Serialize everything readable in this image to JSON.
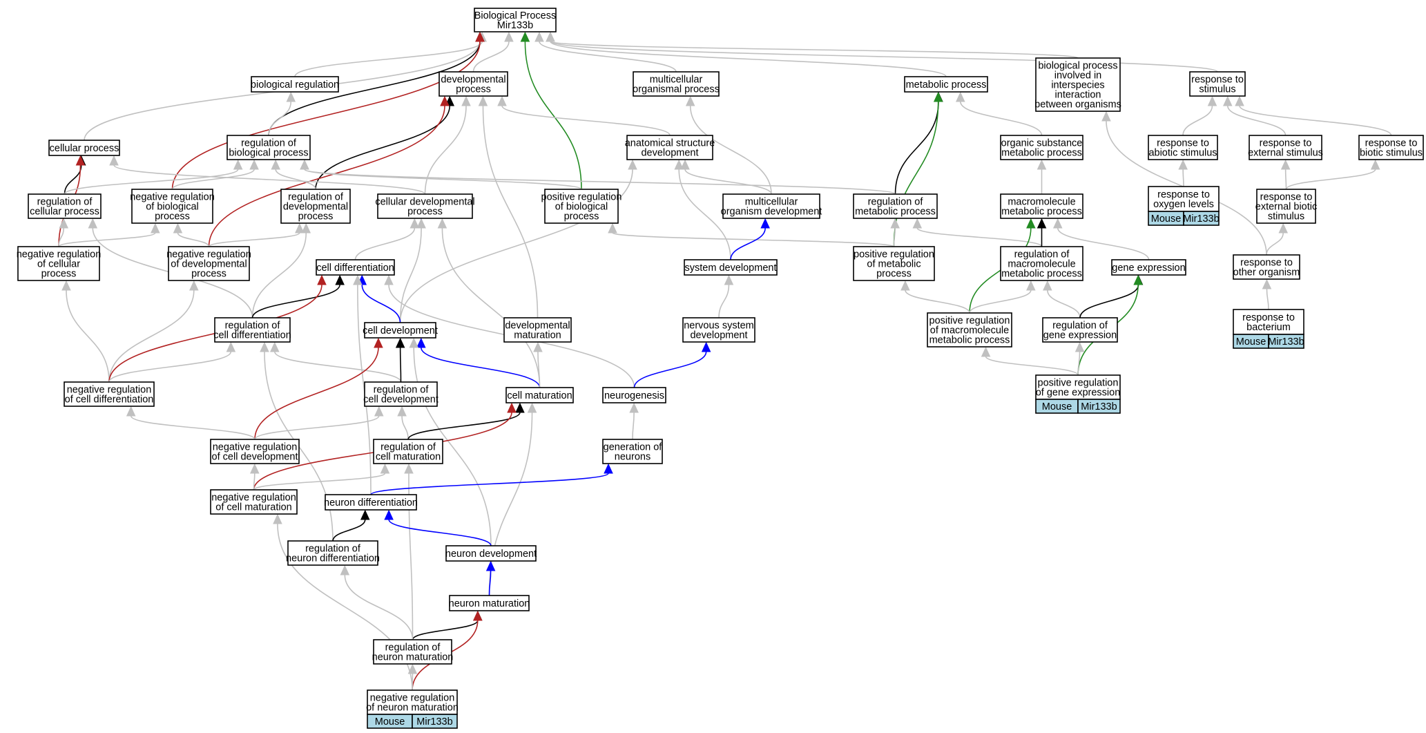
{
  "graph": {
    "edge_colors": {
      "is_a": "#c0c0c0",
      "part_of": "#000000",
      "negatively_regulates": "#b22222",
      "positively_regulates": "#228b22",
      "regulates_direct": "#0000ff"
    },
    "annotation_color": "#add8e6",
    "nodes": [
      {
        "id": "root",
        "lines": [
          "Biological Process",
          "Mir133b"
        ]
      },
      {
        "id": "bioreg",
        "lines": [
          "biological regulation"
        ]
      },
      {
        "id": "devproc",
        "lines": [
          "developmental",
          "process"
        ]
      },
      {
        "id": "multiorg",
        "lines": [
          "multicellular",
          "organismal process"
        ]
      },
      {
        "id": "metab",
        "lines": [
          "metabolic process"
        ]
      },
      {
        "id": "interspecies",
        "lines": [
          "biological process",
          "involved in",
          "interspecies",
          "interaction",
          "between organisms"
        ]
      },
      {
        "id": "respstim",
        "lines": [
          "response to",
          "stimulus"
        ]
      },
      {
        "id": "cellproc",
        "lines": [
          "cellular process"
        ]
      },
      {
        "id": "regbio",
        "lines": [
          "regulation of",
          "biological process"
        ]
      },
      {
        "id": "anatdev",
        "lines": [
          "anatomical structure",
          "development"
        ]
      },
      {
        "id": "orgsub",
        "lines": [
          "organic substance",
          "metabolic process"
        ]
      },
      {
        "id": "respabiotic",
        "lines": [
          "response to",
          "abiotic stimulus"
        ]
      },
      {
        "id": "respext",
        "lines": [
          "response to",
          "external stimulus"
        ]
      },
      {
        "id": "respbiotic",
        "lines": [
          "response to",
          "biotic stimulus"
        ]
      },
      {
        "id": "regcell",
        "lines": [
          "regulation of",
          "cellular process"
        ]
      },
      {
        "id": "negregbio",
        "lines": [
          "negative regulation",
          "of biological",
          "process"
        ]
      },
      {
        "id": "regdev",
        "lines": [
          "regulation of",
          "developmental",
          "process"
        ]
      },
      {
        "id": "celldevproc",
        "lines": [
          "cellular developmental",
          "process"
        ]
      },
      {
        "id": "posregbio",
        "lines": [
          "positive regulation",
          "of biological",
          "process"
        ]
      },
      {
        "id": "multidev",
        "lines": [
          "multicellular",
          "organism development"
        ]
      },
      {
        "id": "regmetab",
        "lines": [
          "regulation of",
          "metabolic process"
        ]
      },
      {
        "id": "macrometab",
        "lines": [
          "macromolecule",
          "metabolic process"
        ]
      },
      {
        "id": "respoxy",
        "lines": [
          "response to",
          "oxygen levels"
        ],
        "annotation": [
          "Mouse",
          "Mir133b"
        ]
      },
      {
        "id": "respextbio",
        "lines": [
          "response to",
          "external biotic",
          "stimulus"
        ]
      },
      {
        "id": "negregcell",
        "lines": [
          "negative regulation",
          "of cellular",
          "process"
        ]
      },
      {
        "id": "negregdev",
        "lines": [
          "negative regulation",
          "of developmental",
          "process"
        ]
      },
      {
        "id": "celldiff",
        "lines": [
          "cell differentiation"
        ]
      },
      {
        "id": "sysdev",
        "lines": [
          "system development"
        ]
      },
      {
        "id": "posregmetab",
        "lines": [
          "positive regulation",
          "of metabolic",
          "process"
        ]
      },
      {
        "id": "regmacro",
        "lines": [
          "regulation of",
          "macromolecule",
          "metabolic process"
        ]
      },
      {
        "id": "geneexp",
        "lines": [
          "gene expression"
        ]
      },
      {
        "id": "respother",
        "lines": [
          "response to",
          "other organism"
        ]
      },
      {
        "id": "regcelldiff",
        "lines": [
          "regulation of",
          "cell differentiation"
        ]
      },
      {
        "id": "celldev",
        "lines": [
          "cell development"
        ]
      },
      {
        "id": "devmat",
        "lines": [
          "developmental",
          "maturation"
        ]
      },
      {
        "id": "nervdev",
        "lines": [
          "nervous system",
          "development"
        ]
      },
      {
        "id": "posregmacro",
        "lines": [
          "positive regulation",
          "of macromolecule",
          "metabolic process"
        ]
      },
      {
        "id": "reggeneexp",
        "lines": [
          "regulation of",
          "gene expression"
        ]
      },
      {
        "id": "respbact",
        "lines": [
          "response to",
          "bacterium"
        ],
        "annotation": [
          "Mouse",
          "Mir133b"
        ]
      },
      {
        "id": "negregcelldiff",
        "lines": [
          "negative regulation",
          "of cell differentiation"
        ]
      },
      {
        "id": "regcelldev",
        "lines": [
          "regulation of",
          "cell development"
        ]
      },
      {
        "id": "cellmat",
        "lines": [
          "cell maturation"
        ]
      },
      {
        "id": "neurogen",
        "lines": [
          "neurogenesis"
        ]
      },
      {
        "id": "posreggeneexp",
        "lines": [
          "positive regulation",
          "of gene expression"
        ],
        "annotation": [
          "Mouse",
          "Mir133b"
        ]
      },
      {
        "id": "negregcelldev",
        "lines": [
          "negative regulation",
          "of cell development"
        ]
      },
      {
        "id": "regcellmat",
        "lines": [
          "regulation of",
          "cell maturation"
        ]
      },
      {
        "id": "genneur",
        "lines": [
          "generation of",
          "neurons"
        ]
      },
      {
        "id": "negregcellmat",
        "lines": [
          "negative regulation",
          "of cell maturation"
        ]
      },
      {
        "id": "neurdiff",
        "lines": [
          "neuron differentiation"
        ]
      },
      {
        "id": "regneurdiff",
        "lines": [
          "regulation of",
          "neuron differentiation"
        ]
      },
      {
        "id": "neurdev",
        "lines": [
          "neuron development"
        ]
      },
      {
        "id": "neurmat",
        "lines": [
          "neuron maturation"
        ]
      },
      {
        "id": "regneurmat",
        "lines": [
          "regulation of",
          "neuron maturation"
        ]
      },
      {
        "id": "negregneurmat",
        "lines": [
          "negative regulation",
          "of neuron maturation"
        ],
        "annotation": [
          "Mouse",
          "Mir133b"
        ]
      }
    ],
    "edges": [
      {
        "from": "bioreg",
        "to": "root",
        "type": "is_a"
      },
      {
        "from": "devproc",
        "to": "root",
        "type": "is_a"
      },
      {
        "from": "multiorg",
        "to": "root",
        "type": "is_a"
      },
      {
        "from": "metab",
        "to": "root",
        "type": "is_a"
      },
      {
        "from": "interspecies",
        "to": "root",
        "type": "is_a"
      },
      {
        "from": "respstim",
        "to": "root",
        "type": "is_a"
      },
      {
        "from": "cellproc",
        "to": "root",
        "type": "is_a"
      },
      {
        "from": "regbio",
        "to": "root",
        "type": "part_of"
      },
      {
        "from": "negregbio",
        "to": "root",
        "type": "negatively_regulates"
      },
      {
        "from": "posregbio",
        "to": "root",
        "type": "positively_regulates"
      },
      {
        "from": "regbio",
        "to": "bioreg",
        "type": "is_a"
      },
      {
        "from": "anatdev",
        "to": "devproc",
        "type": "is_a"
      },
      {
        "from": "regdev",
        "to": "devproc",
        "type": "part_of"
      },
      {
        "from": "negregdev",
        "to": "devproc",
        "type": "negatively_regulates"
      },
      {
        "from": "celldevproc",
        "to": "devproc",
        "type": "is_a"
      },
      {
        "from": "devmat",
        "to": "devproc",
        "type": "is_a"
      },
      {
        "from": "multidev",
        "to": "multiorg",
        "type": "is_a"
      },
      {
        "from": "orgsub",
        "to": "metab",
        "type": "is_a"
      },
      {
        "from": "regmetab",
        "to": "metab",
        "type": "part_of"
      },
      {
        "from": "posregmetab",
        "to": "metab",
        "type": "positively_regulates"
      },
      {
        "from": "respabiotic",
        "to": "respstim",
        "type": "is_a"
      },
      {
        "from": "respext",
        "to": "respstim",
        "type": "is_a"
      },
      {
        "from": "respbiotic",
        "to": "respstim",
        "type": "is_a"
      },
      {
        "from": "regcell",
        "to": "cellproc",
        "type": "part_of"
      },
      {
        "from": "negregcell",
        "to": "cellproc",
        "type": "negatively_regulates"
      },
      {
        "from": "celldevproc",
        "to": "cellproc",
        "type": "is_a"
      },
      {
        "from": "regcell",
        "to": "regbio",
        "type": "is_a"
      },
      {
        "from": "negregbio",
        "to": "regbio",
        "type": "is_a"
      },
      {
        "from": "regdev",
        "to": "regbio",
        "type": "is_a"
      },
      {
        "from": "posregbio",
        "to": "regbio",
        "type": "is_a"
      },
      {
        "from": "regmetab",
        "to": "regbio",
        "type": "is_a"
      },
      {
        "from": "multidev",
        "to": "anatdev",
        "type": "is_a"
      },
      {
        "from": "sysdev",
        "to": "anatdev",
        "type": "is_a"
      },
      {
        "from": "celldev",
        "to": "anatdev",
        "type": "is_a"
      },
      {
        "from": "macrometab",
        "to": "orgsub",
        "type": "is_a"
      },
      {
        "from": "respoxy",
        "to": "respabiotic",
        "type": "is_a"
      },
      {
        "from": "respextbio",
        "to": "respext",
        "type": "is_a"
      },
      {
        "from": "respextbio",
        "to": "respbiotic",
        "type": "is_a"
      },
      {
        "from": "negregcell",
        "to": "regcell",
        "type": "is_a"
      },
      {
        "from": "regcelldiff",
        "to": "regcell",
        "type": "is_a"
      },
      {
        "from": "negregcell",
        "to": "negregbio",
        "type": "is_a"
      },
      {
        "from": "negregdev",
        "to": "negregbio",
        "type": "is_a"
      },
      {
        "from": "negregdev",
        "to": "regdev",
        "type": "is_a"
      },
      {
        "from": "regcelldiff",
        "to": "regdev",
        "type": "is_a"
      },
      {
        "from": "celldiff",
        "to": "celldevproc",
        "type": "is_a"
      },
      {
        "from": "celldev",
        "to": "celldevproc",
        "type": "is_a"
      },
      {
        "from": "cellmat",
        "to": "celldevproc",
        "type": "is_a"
      },
      {
        "from": "posregmetab",
        "to": "posregbio",
        "type": "is_a"
      },
      {
        "from": "sysdev",
        "to": "multidev",
        "type": "regulates_direct"
      },
      {
        "from": "posregmetab",
        "to": "regmetab",
        "type": "is_a"
      },
      {
        "from": "regmacro",
        "to": "regmetab",
        "type": "is_a"
      },
      {
        "from": "regmacro",
        "to": "macrometab",
        "type": "part_of"
      },
      {
        "from": "posregmacro",
        "to": "macrometab",
        "type": "positively_regulates"
      },
      {
        "from": "geneexp",
        "to": "macrometab",
        "type": "is_a"
      },
      {
        "from": "respother",
        "to": "respextbio",
        "type": "is_a"
      },
      {
        "from": "respother",
        "to": "interspecies",
        "type": "is_a"
      },
      {
        "from": "negregcelldiff",
        "to": "negregcell",
        "type": "is_a"
      },
      {
        "from": "negregcelldiff",
        "to": "negregdev",
        "type": "is_a"
      },
      {
        "from": "regcelldiff",
        "to": "celldiff",
        "type": "part_of"
      },
      {
        "from": "negregcelldiff",
        "to": "celldiff",
        "type": "negatively_regulates"
      },
      {
        "from": "celldev",
        "to": "celldiff",
        "type": "regulates_direct"
      },
      {
        "from": "neurdiff",
        "to": "celldiff",
        "type": "is_a"
      },
      {
        "from": "neurogen",
        "to": "celldiff",
        "type": "is_a"
      },
      {
        "from": "nervdev",
        "to": "sysdev",
        "type": "is_a"
      },
      {
        "from": "posregmacro",
        "to": "posregmetab",
        "type": "is_a"
      },
      {
        "from": "posregmacro",
        "to": "regmacro",
        "type": "is_a"
      },
      {
        "from": "reggeneexp",
        "to": "regmacro",
        "type": "is_a"
      },
      {
        "from": "reggeneexp",
        "to": "geneexp",
        "type": "part_of"
      },
      {
        "from": "posreggeneexp",
        "to": "geneexp",
        "type": "positively_regulates"
      },
      {
        "from": "respbact",
        "to": "respother",
        "type": "is_a"
      },
      {
        "from": "negregcelldiff",
        "to": "regcelldiff",
        "type": "is_a"
      },
      {
        "from": "regcelldev",
        "to": "regcelldiff",
        "type": "is_a"
      },
      {
        "from": "regneurdiff",
        "to": "regcelldiff",
        "type": "is_a"
      },
      {
        "from": "regcelldev",
        "to": "celldev",
        "type": "part_of"
      },
      {
        "from": "negregcelldev",
        "to": "celldev",
        "type": "negatively_regulates"
      },
      {
        "from": "cellmat",
        "to": "celldev",
        "type": "regulates_direct"
      },
      {
        "from": "neurdev",
        "to": "celldev",
        "type": "is_a"
      },
      {
        "from": "neurogen",
        "to": "nervdev",
        "type": "regulates_direct"
      },
      {
        "from": "posreggeneexp",
        "to": "posregmacro",
        "type": "is_a"
      },
      {
        "from": "posreggeneexp",
        "to": "reggeneexp",
        "type": "is_a"
      },
      {
        "from": "negregcelldev",
        "to": "negregcelldiff",
        "type": "is_a"
      },
      {
        "from": "negregcelldev",
        "to": "regcelldev",
        "type": "is_a"
      },
      {
        "from": "regcellmat",
        "to": "regcelldev",
        "type": "is_a"
      },
      {
        "from": "cellmat",
        "to": "devmat",
        "type": "is_a"
      },
      {
        "from": "regcellmat",
        "to": "cellmat",
        "type": "part_of"
      },
      {
        "from": "negregcellmat",
        "to": "cellmat",
        "type": "negatively_regulates"
      },
      {
        "from": "neurmat",
        "to": "cellmat",
        "type": "is_a"
      },
      {
        "from": "genneur",
        "to": "neurogen",
        "type": "is_a"
      },
      {
        "from": "negregcellmat",
        "to": "negregcelldev",
        "type": "is_a"
      },
      {
        "from": "negregcellmat",
        "to": "regcellmat",
        "type": "is_a"
      },
      {
        "from": "regneurmat",
        "to": "regcellmat",
        "type": "is_a"
      },
      {
        "from": "neurdiff",
        "to": "genneur",
        "type": "regulates_direct"
      },
      {
        "from": "regneurdiff",
        "to": "neurdiff",
        "type": "part_of"
      },
      {
        "from": "neurdev",
        "to": "neurdiff",
        "type": "regulates_direct"
      },
      {
        "from": "neurmat",
        "to": "neurdev",
        "type": "regulates_direct"
      },
      {
        "from": "regneurmat",
        "to": "neurmat",
        "type": "part_of"
      },
      {
        "from": "negregneurmat",
        "to": "neurmat",
        "type": "negatively_regulates"
      },
      {
        "from": "regneurmat",
        "to": "regneurdiff",
        "type": "is_a"
      },
      {
        "from": "negregneurmat",
        "to": "regneurmat",
        "type": "is_a"
      },
      {
        "from": "negregneurmat",
        "to": "negregcellmat",
        "type": "is_a"
      }
    ]
  }
}
